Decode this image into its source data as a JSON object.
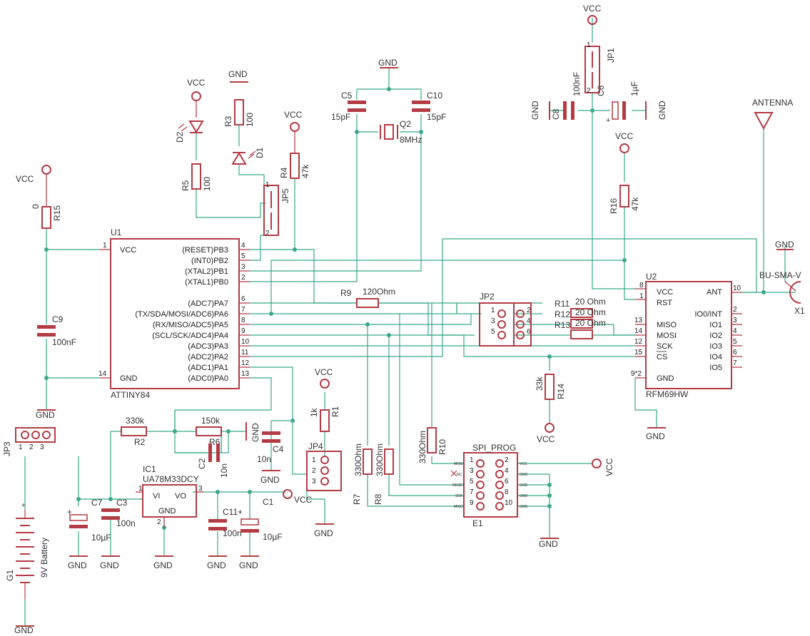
{
  "labels": {
    "u1_name": "U1",
    "u1_value": "ATTINY84",
    "u1_vcc": "VCC",
    "u1_gnd": "GND",
    "u1_pb3": "(RESET)PB3",
    "u1_pb2": "(INT0)PB2",
    "u1_pb1": "(XTAL2)PB1",
    "u1_pb0": "(XTAL1)PB0",
    "u1_pa7": "(ADC7)PA7",
    "u1_pa6": "(TX/SDA/MOSI/ADC6)PA6",
    "u1_pa5": "(RX/MISO/ADC5)PA5",
    "u1_pa4": "(SCL/SCK/ADC4)PA4",
    "u1_pa3": "(ADC3)PA3",
    "u1_pa2": "(ADC2)PA2",
    "u1_pa1": "(ADC1)PA1",
    "u1_pa0": "(ADC0)PA0",
    "u2_name": "U2",
    "u2_value": "RFM69HW",
    "u2_vcc": "VCC",
    "u2_rst": "RST",
    "u2_miso": "MISO",
    "u2_mosi": "MOSI",
    "u2_sck": "SCK",
    "u2_cs": "CS",
    "u2_gnd": "GND",
    "u2_ant": "ANT",
    "u2_io0": "IO0/INT",
    "u2_io1": "IO1",
    "u2_io2": "IO2",
    "u2_io3": "IO3",
    "u2_io4": "IO4",
    "u2_io5": "IO5",
    "u2_p8": "8",
    "u2_p1": "1",
    "u2_p13": "13",
    "u2_p14": "14",
    "u2_p12": "12",
    "u2_p15": "15",
    "u2_p92": "9*2",
    "u2_p10": "10",
    "u2_p2": "2",
    "u2_p3": "3",
    "u2_p4": "4",
    "u2_p5": "5",
    "u2_p6": "6",
    "u2_p7": "7",
    "vcc": "VCC",
    "gnd": "GND",
    "r15": "R15",
    "r15v": "0",
    "c9": "C9",
    "c9v": "100nF",
    "r3": "R3",
    "r3v": "100",
    "d1": "D1",
    "d2": "D2",
    "r5": "R5",
    "r5v": "100",
    "r4": "R4",
    "r4v": "47k",
    "jp5": "JP5",
    "jp5_1": "1",
    "jp5_2": "2",
    "c5": "C5",
    "c5v": "15pF",
    "c10": "C10",
    "c10v": "15pF",
    "q2": "Q2",
    "q2v": "8MHz",
    "r9": "R9",
    "r9v": "120Ohm",
    "jp2": "JP2",
    "jp2_1": "1",
    "jp2_2": "2",
    "jp2_3": "3",
    "jp2_4": "4",
    "jp2_5": "5",
    "jp2_6": "6",
    "r11": "R11",
    "r11v": "20 Ohm",
    "r12": "R12",
    "r12v": "20 Ohm",
    "r13": "R13",
    "r13v": "20 Ohm",
    "r14": "R14",
    "r14v": "33k",
    "r16": "R16",
    "r16v": "47k",
    "jp1": "JP1",
    "jp1_1": "1",
    "jp1_2": "2",
    "c8": "C8",
    "c8v": "100nF",
    "c6": "C6",
    "c6v": "1µF",
    "antenna": "ANTENNA",
    "x1": "X1",
    "x1v": "BU-SMA-V",
    "jp3": "JP3",
    "jp3_1": "1",
    "jp3_2": "2",
    "jp3_3": "3",
    "g1": "G1",
    "g1v": "9V Battery",
    "c7": "C7",
    "c7v": "10µF",
    "c3": "C3",
    "c3v": "100n",
    "r2": "R2",
    "r2v": "330k",
    "r6": "R6",
    "r6v": "150k",
    "c2": "C2",
    "c2v": "10n",
    "c4": "C4",
    "c4v": "10n",
    "ic1": "IC1",
    "ic1v": "UA78M33DCY",
    "ic1_vi": "VI",
    "ic1_vo": "VO",
    "ic1_gnd": "GND",
    "ic1_1": "1",
    "ic1_2": "2",
    "ic1_3": "3",
    "c11": "C11",
    "c11v": "100n",
    "c1": "C1",
    "c1v": "10µF",
    "r1": "R1",
    "r1v": "1k",
    "jp4": "JP4",
    "jp4_1": "1",
    "jp4_2": "2",
    "jp4_3": "3",
    "r7": "R7",
    "r7v": "330Ohm",
    "r8": "R8",
    "r8v": "330Ohm",
    "r10": "R10",
    "r10v": "330Ohm",
    "spi": "SPI_PROG",
    "e1": "E1",
    "e1_1": "1",
    "e1_2": "2",
    "e1_3": "3",
    "e1_4": "4",
    "e1_5": "5",
    "e1_6": "6",
    "e1_7": "7",
    "e1_8": "8",
    "e1_9": "9",
    "e1_10": "10",
    "e1_mosi": "MOSI",
    "e1_vcc": "VCC",
    "e1_nc": "NC",
    "e1_gnd": "GND",
    "e1_reset": "RESET",
    "e1_sck": "SCK",
    "e1_miso": "MISO",
    "n1": "1",
    "n2": "2",
    "n3": "3",
    "n4": "4",
    "n5": "5",
    "n6": "6",
    "n7": "7",
    "n8": "8",
    "n9": "9",
    "n10": "10",
    "n11": "11",
    "n12": "12",
    "n13": "13",
    "n14": "14"
  },
  "colors": {
    "wire": "#3aa889",
    "part": "#b33b44",
    "text": "#333333"
  }
}
